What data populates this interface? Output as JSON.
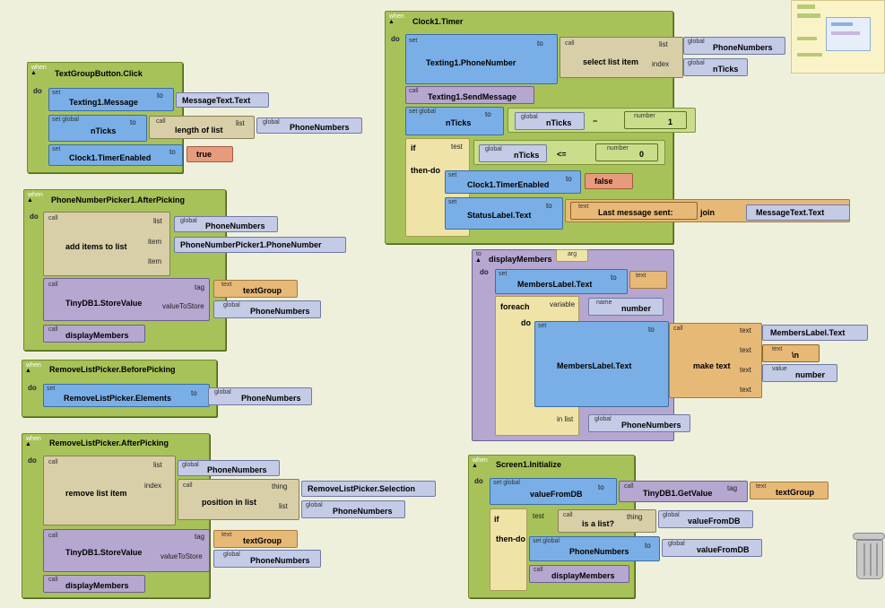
{
  "labels": {
    "when": "when",
    "do": "do",
    "set": "set",
    "set_global": "set global",
    "call": "call",
    "global": "global",
    "text": "text",
    "number": "number",
    "name": "name",
    "value": "value",
    "to": "to",
    "list": "list",
    "item": "item",
    "index": "index",
    "tag": "tag",
    "valueToStore": "valueToStore",
    "thing": "thing",
    "if": "if",
    "test": "test",
    "then_do": "then-do",
    "foreach": "foreach",
    "variable": "variable",
    "in_list": "in list",
    "arg": "arg",
    "minus": "−",
    "lte": "<=",
    "join": "join",
    "make_text": "make text"
  },
  "blocks": {
    "tg": {
      "title": "TextGroupButton.Click",
      "b1": "Texting1.Message",
      "b1v": "MessageText.Text",
      "b2": "nTicks",
      "b2c": "length of list",
      "b2v": "PhoneNumbers",
      "b3": "Clock1.TimerEnabled",
      "b3v": "true"
    },
    "pp": {
      "title": "PhoneNumberPicker1.AfterPicking",
      "c1": "add items to list",
      "v1": "PhoneNumbers",
      "v2": "PhoneNumberPicker1.PhoneNumber",
      "c2": "TinyDB1.StoreValue",
      "v3": "textGroup",
      "v4": "PhoneNumbers",
      "c3": "displayMembers"
    },
    "rb": {
      "title": "RemoveListPicker.BeforePicking",
      "s1": "RemoveListPicker.Elements",
      "v1": "PhoneNumbers"
    },
    "ra": {
      "title": "RemoveListPicker.AfterPicking",
      "c1": "remove list item",
      "v1": "PhoneNumbers",
      "c2": "position in list",
      "v2": "RemoveListPicker.Selection",
      "v3": "PhoneNumbers",
      "c3": "TinyDB1.StoreValue",
      "v4": "textGroup",
      "v5": "PhoneNumbers",
      "c4": "displayMembers"
    },
    "ck": {
      "title": "Clock1.Timer",
      "s1": "Texting1.PhoneNumber",
      "c1": "select list item",
      "v1": "PhoneNumbers",
      "v2": "nTicks",
      "c2": "Texting1.SendMessage",
      "s2": "nTicks",
      "v3": "nTicks",
      "n1": "1",
      "v4": "nTicks",
      "n2": "0",
      "s3": "Clock1.TimerEnabled",
      "v5": "false",
      "s4": "StatusLabel.Text",
      "v6": "Last message sent:",
      "v7": "MessageText.Text"
    },
    "dm": {
      "title": "displayMembers",
      "s1": "MembersLabel.Text",
      "var": "number",
      "s2": "MembersLabel.Text",
      "m1": "MembersLabel.Text",
      "m2": "\\n",
      "m3": "number",
      "inlist": "PhoneNumbers"
    },
    "si": {
      "title": "Screen1.Initialize",
      "s1": "valueFromDB",
      "c1": "TinyDB1.GetValue",
      "v1": "textGroup",
      "c2": "is a list?",
      "v2": "valueFromDB",
      "s2": "PhoneNumbers",
      "v3": "valueFromDB",
      "c3": "displayMembers"
    }
  },
  "colors": {
    "event": "#a8c25a",
    "setter": "#7aaee6",
    "call": "#d8cfa9",
    "procedure": "#b5a7d0",
    "global": "#c3cbe6",
    "text": "#e7b977",
    "number": "#c9dd8a",
    "boolean": "#e89b7c",
    "control": "#efe3a8",
    "background": "#eef0dc"
  },
  "icons": {
    "collapse": "collapse-triangle-icon",
    "trash": "trash-can-icon",
    "minimap": "workspace-minimap"
  }
}
